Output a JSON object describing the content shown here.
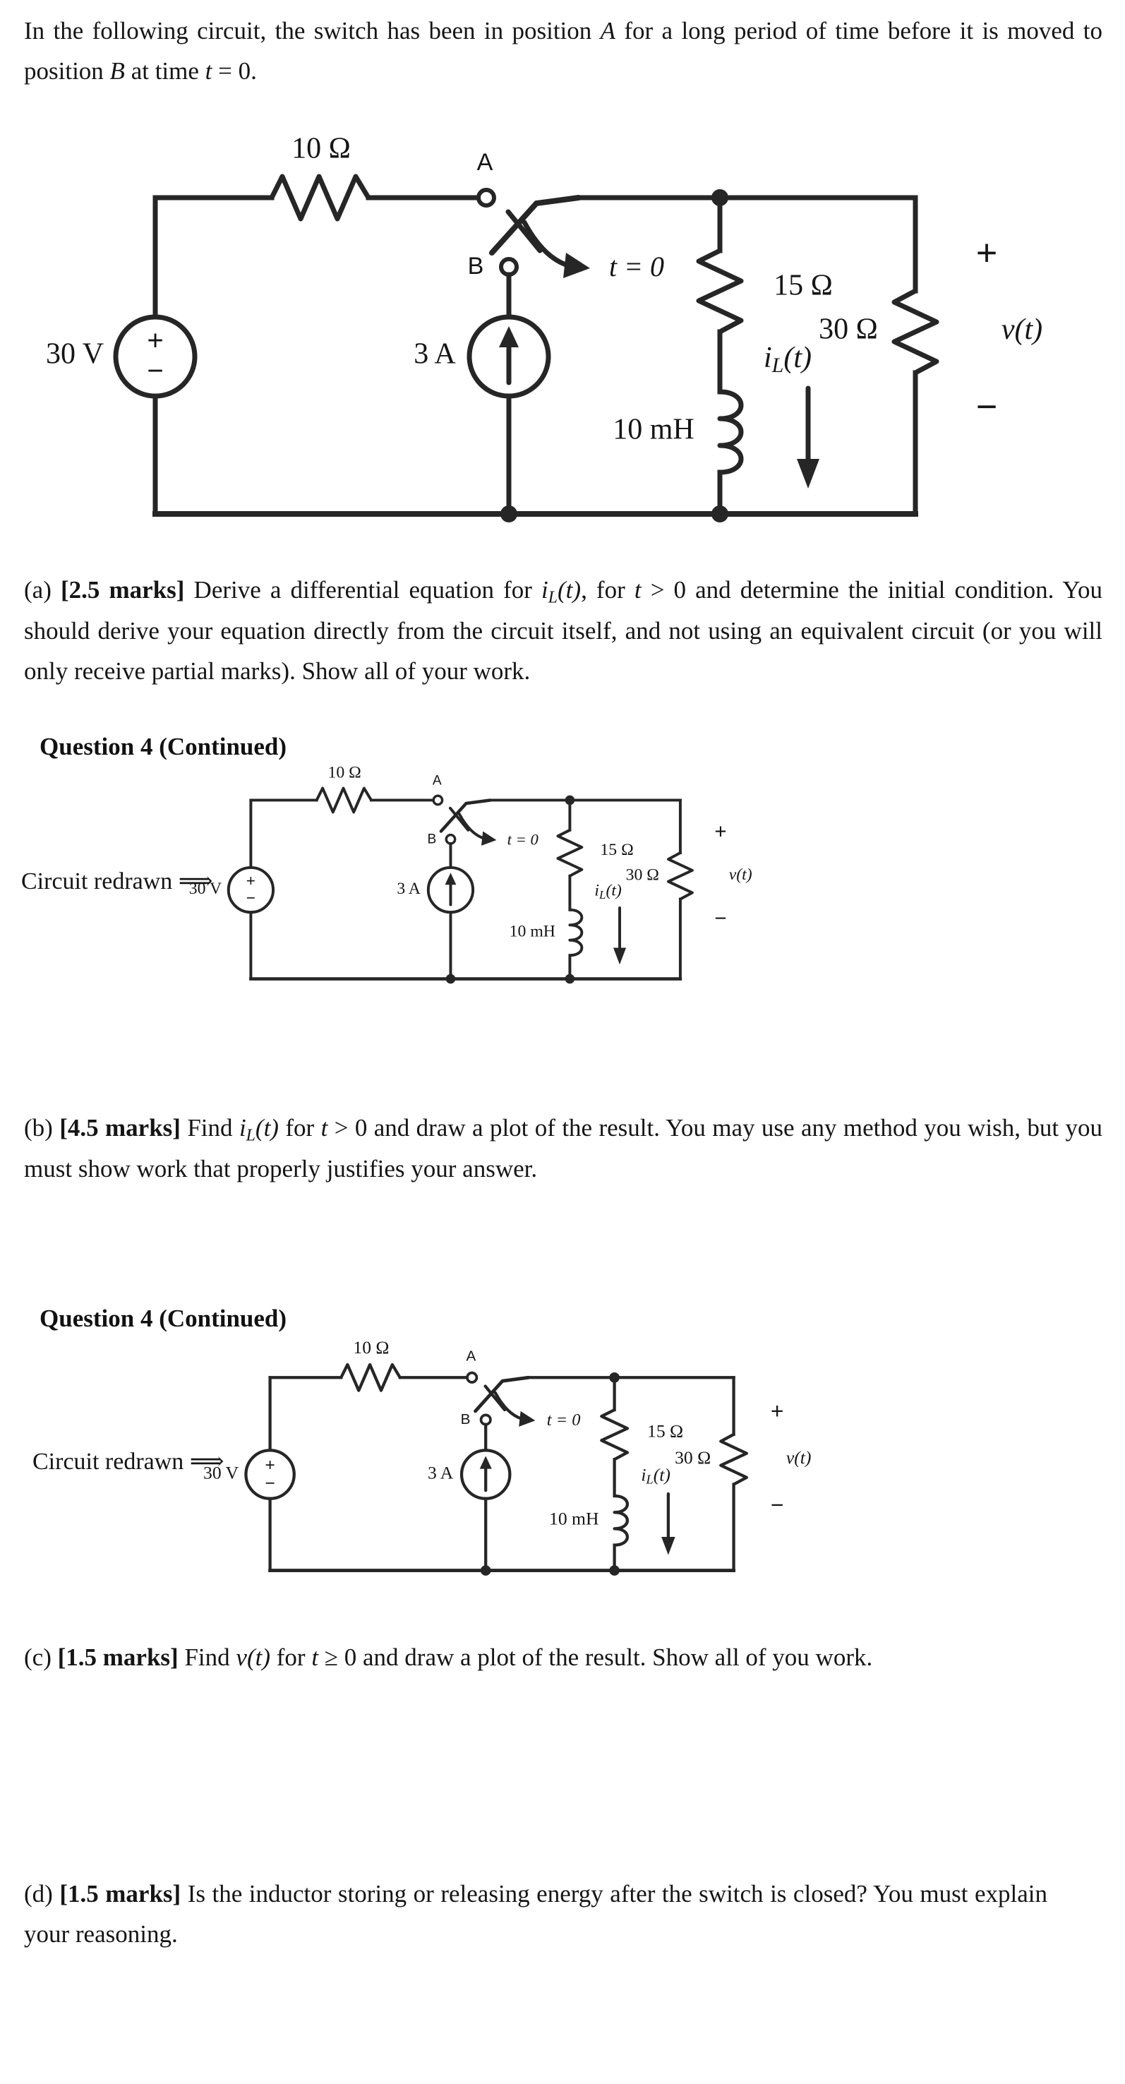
{
  "document": {
    "intro": "In the following circuit, the switch has been in position A for a long period of time before it is moved to position B at time t = 0."
  },
  "intro": {
    "line1_a": "In the following circuit, the switch has been in position ",
    "line1_b": "A",
    "line1_c": " for a long period of time before it is",
    "line2_a": "moved to position ",
    "line2_b": "B",
    "line2_c": " at time ",
    "line2_d": "t",
    "line2_e": " = 0."
  },
  "circuit": {
    "source_voltage": "30 V",
    "source_current": "3 A",
    "resistor_series": "10 Ω",
    "resistor_middle": "15 Ω",
    "resistor_right": "30 Ω",
    "inductor": "10 mH",
    "switch_terminal_a": "A",
    "switch_terminal_b": "B",
    "switch_time": "t = 0",
    "current_label": "i",
    "current_label_sub": "L",
    "current_label_arg": "(t)",
    "voltage_label": "v",
    "voltage_label_arg": "(t)",
    "plus_sign": "+",
    "minus_sign": "−"
  },
  "parts": {
    "a": {
      "tag": "(a)",
      "marks": "[2.5 marks]",
      "text_1": " Derive a differential equation for ",
      "il": "i",
      "il_sub": "L",
      "il_arg": "(t)",
      "text_2": ", for ",
      "t": "t",
      "text_3": " > 0 and determine the initial condition.  You should derive your equation directly from the circuit itself, and not using an equivalent circuit (or you will only receive partial marks).  Show all of your work."
    },
    "b": {
      "tag": "(b)",
      "marks": "[4.5 marks]",
      "text_1": " Find ",
      "il": "i",
      "il_sub": "L",
      "il_arg": "(t)",
      "text_2": " for ",
      "t": "t",
      "text_3": " > 0 and draw a plot of the result.  You may use any method you wish, but you must show work that properly justifies your answer."
    },
    "c": {
      "tag": "(c)",
      "marks": "[1.5 marks]",
      "text_1": " Find ",
      "v": "v",
      "v_arg": "(t)",
      "text_2": " for ",
      "t": "t",
      "text_3": " ≥ 0 and draw a plot of the result. Show all of you work."
    },
    "d": {
      "tag": "(d)",
      "marks": "[1.5 marks]",
      "text_1": " Is the inductor storing or releasing energy after the switch is closed?  You must explain your reasoning."
    }
  },
  "continued_headings": {
    "first": "Question 4 (Continued)",
    "second": "Question 4 (Continued)"
  },
  "redrawn": {
    "first": "Circuit redrawn ⟹",
    "second": "Circuit redrawn ⟹"
  },
  "colors": {
    "ink": "#262626",
    "text": "#151515",
    "paper": "#ffffff"
  }
}
